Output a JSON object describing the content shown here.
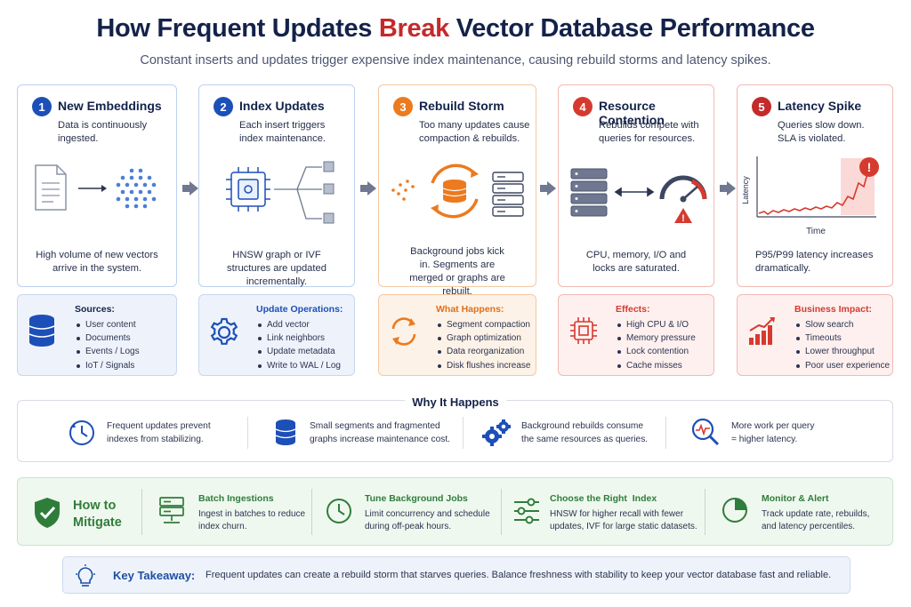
{
  "title": {
    "part1": "How Frequent Updates ",
    "highlight": "Break",
    "part2": " Vector Database Performance"
  },
  "subtitle": "Constant inserts and updates trigger expensive index maintenance, causing rebuild storms and latency spikes.",
  "steps": [
    {
      "num": "1",
      "title": "New Embeddings",
      "desc": "Data is continuously ingested.",
      "bottom": "High volume of new vectors arrive in the system.",
      "color": "#1d4fb8"
    },
    {
      "num": "2",
      "title": "Index Updates",
      "desc": "Each insert triggers index maintenance.",
      "bottom": "HNSW graph or IVF structures are updated incrementally.",
      "color": "#1d4fb8"
    },
    {
      "num": "3",
      "title": "Rebuild Storm",
      "desc": "Too many updates cause compaction & rebuilds.",
      "bottom": "Background jobs kick in. Segments are merged or graphs are rebuilt.",
      "color": "#ec7a1e"
    },
    {
      "num": "4",
      "title": "Resource Contention",
      "desc": "Rebuilds compete with queries for resources.",
      "bottom": "CPU, memory, I/O and locks are saturated.",
      "color": "#d63a2f"
    },
    {
      "num": "5",
      "title": "Latency Spike",
      "desc": "Queries slow down. SLA is violated.",
      "bottom": "P95/P99 latency increases dramatically.",
      "color": "#c42a2a"
    }
  ],
  "chart_labels": {
    "xlabel": "Time",
    "ylabel": "Latency"
  },
  "info": [
    {
      "heading": "Sources:",
      "items": [
        "User content",
        "Documents",
        "Events / Logs",
        "IoT / Signals"
      ],
      "icon": "database-icon"
    },
    {
      "heading": "Update Operations:",
      "items": [
        "Add vector",
        "Link neighbors",
        "Update metadata",
        "Write to WAL / Log"
      ],
      "icon": "gear-icon"
    },
    {
      "heading": "What Happens:",
      "items": [
        "Segment compaction",
        "Graph optimization",
        "Data reorganization",
        "Disk flushes increase"
      ],
      "icon": "refresh-icon"
    },
    {
      "heading": "Effects:",
      "items": [
        "High CPU & I/O",
        "Memory pressure",
        "Lock contention",
        "Cache misses"
      ],
      "icon": "cpu-icon"
    },
    {
      "heading": "Business Impact:",
      "items": [
        "Slow search",
        "Timeouts",
        "Lower throughput",
        "Poor user experience"
      ],
      "icon": "bar-chart-icon"
    }
  ],
  "why": {
    "title": "Why It Happens",
    "items": [
      {
        "line1": "Frequent updates prevent",
        "line2": "indexes from stabilizing.",
        "icon": "clock-icon"
      },
      {
        "line1": "Small segments and fragmented",
        "line2": "graphs increase maintenance cost.",
        "icon": "database-icon"
      },
      {
        "line1": "Background rebuilds consume",
        "line2": "the same resources as queries.",
        "icon": "gears-icon"
      },
      {
        "line1": "More work per query",
        "line2": "= higher latency.",
        "icon": "search-pulse-icon"
      }
    ]
  },
  "mitigate": {
    "title": "How to Mitigate",
    "items": [
      {
        "heading": "Batch Ingestions",
        "line1": "Ingest in batches to reduce",
        "line2": "index churn.",
        "icon": "server-icon"
      },
      {
        "heading": "Tune Background Jobs",
        "line1": "Limit concurrency and schedule",
        "line2": "during off-peak hours.",
        "icon": "clock-icon"
      },
      {
        "heading": "Choose the Right  Index",
        "line1": "HNSW for higher recall with fewer",
        "line2": "updates, IVF for large static datasets.",
        "icon": "sliders-icon"
      },
      {
        "heading": "Monitor & Alert",
        "line1": "Track update rate, rebuilds,",
        "line2": "and latency percentiles.",
        "icon": "pie-chart-icon"
      }
    ]
  },
  "key": {
    "label": "Key Takeaway:",
    "text": "Frequent updates can create a rebuild storm that starves queries. Balance freshness with stability to keep your vector database fast and reliable."
  },
  "colors": {
    "blue": "#1d4fb8",
    "orange": "#ec7a1e",
    "red": "#d63a2f",
    "green": "#2f7d3a",
    "navy": "#14224a"
  }
}
